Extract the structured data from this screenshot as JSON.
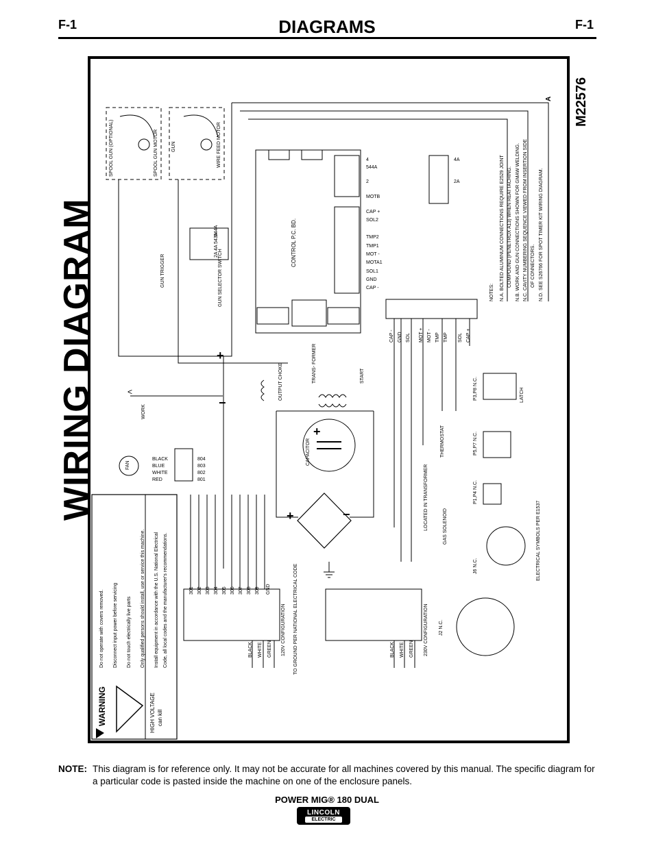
{
  "header": {
    "page_left": "F-1",
    "page_right": "F-1",
    "title": "DIAGRAMS"
  },
  "diagram": {
    "title": "WIRING DIAGRAM",
    "drawing_number": "M22576",
    "revision": "A",
    "warning": {
      "heading": "WARNING",
      "hv_line1": "HIGH VOLTAGE",
      "hv_line2": "can kill",
      "bullets": [
        "Do not operate with covers removed.",
        "Disconnect input power before servicing",
        "Do not touch electrically live parts",
        "Only qualified persons should install, use or service this machine.",
        "Install equipment in accordance with the U.S. National Electrical",
        "Code, all local codes and the manufacturer's recommendations."
      ]
    },
    "notes": {
      "heading": "NOTES:",
      "lines": [
        "N.A.   BOLTED ALUMINUM CONNECTIONS REQUIRE E2529 JOINT",
        "COMPOUND (PENETROX A13) WHEN REATTACHING.",
        "N.B.   WORK AND GUN CONNECTIONS SHOWN FOR GMAW WELDING.",
        "N.C.   CAVITY NUMBERING SEQUENCE VIEWED FROM INSERTION SIDE",
        "OF CONNECTORS.",
        "N.D.   SEE S26766 FOR SPOT TIMER KIT WIRING DIAGRAM."
      ]
    },
    "labels": {
      "spool_gun": "SPOOL GUN (OPTIONAL)",
      "spool_gun_motor": "SPOOL GUN MOTOR",
      "gun": "GUN",
      "wire_feed_motor": "WIRE FEED MOTOR",
      "control_pc_bd": "CONTROL P.C. BD.",
      "gun_trigger": "GUN TRIGGER",
      "gun_selector": "GUN SELECTOR SWITCH",
      "fan": "FAN",
      "work": "WORK",
      "output_choke": "OUTPUT CHOKE",
      "transformer": "TRANS- FORMER",
      "start": "START",
      "capacitor": "CAPACITOR",
      "located_in_transformer": "LOCATED IN TRANSFORMER",
      "thermostat": "THERMOSTAT",
      "gas_solenoid": "GAS SOLENOID",
      "config_120": "120V CONFIGURATION",
      "config_230": "230V CONFIGURATION",
      "to_ground": "TO GROUND PER NATIONAL ELECTRICAL CODE",
      "electrical_symbols": "ELECTRICAL SYMBOLS PER E1537",
      "latch": "LATCH",
      "j6_nc": "J6  N.C.",
      "j2_nc": "J2  N.C.",
      "p1p4_nc": "P1,P4 N.C.",
      "p5p7_nc": "P5,P7 N.C.",
      "p3p8_nc": "P3,P8 N.C."
    },
    "wires_p6": [
      "544A",
      "543A",
      "4A",
      "2A"
    ],
    "wires_fan": [
      "BLACK",
      "BLUE",
      "WHITE",
      "RED"
    ],
    "fan_leads": [
      "804",
      "803",
      "802",
      "801"
    ],
    "wires_j2": [
      "301",
      "302",
      "303",
      "304",
      "305",
      "306",
      "307",
      "308",
      "309",
      "GND"
    ],
    "p2_colors": [
      "BLACK",
      "WHITE",
      "GREEN"
    ],
    "j3_pins": [
      "CAP +",
      "SOL2",
      "TMP2",
      "TMP1",
      "MOT -",
      "MOTA1",
      "SOL1",
      "GND",
      "CAP -"
    ],
    "j5_pins": [
      "4",
      "544A",
      "2",
      "MOTB"
    ],
    "j7_pins": [
      "4A",
      "2A"
    ],
    "p8_pins": [
      "CAP -",
      "GND",
      "SOL",
      "MOT +",
      "MOT -",
      "TMP",
      "TMP",
      "SOL",
      "CAP +"
    ]
  },
  "note": {
    "label": "NOTE:",
    "text": "This diagram is for reference only. It may not be accurate for all machines covered by this manual. The specific diagram for a particular code is pasted inside the machine on one of the enclosure panels."
  },
  "footer": {
    "product": "POWER MIG® 180 DUAL",
    "logo_top": "LINCOLN",
    "logo_bottom": "ELECTRIC"
  }
}
